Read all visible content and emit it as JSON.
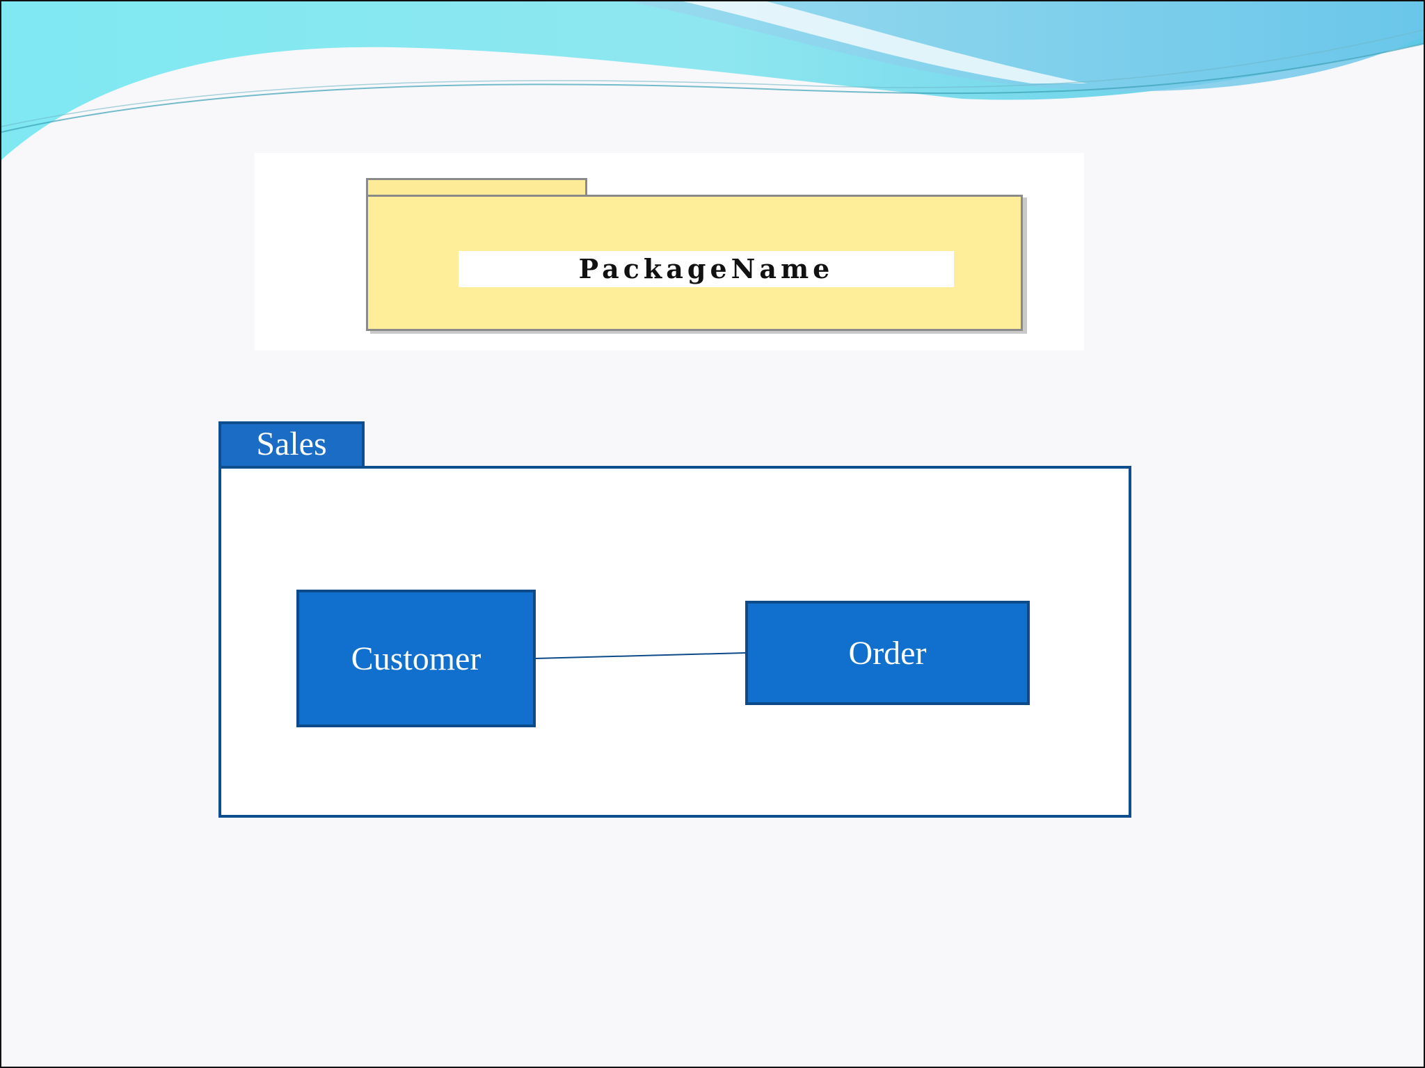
{
  "package_notation": {
    "label": "PackageName",
    "fill_color": "#ffee99",
    "border_color": "#8a8a8a"
  },
  "sales_package": {
    "name": "Sales",
    "color": "#1a6cc4",
    "classes": [
      {
        "id": "customer",
        "label": "Customer"
      },
      {
        "id": "order",
        "label": "Order"
      }
    ],
    "associations": [
      {
        "from": "Customer",
        "to": "Order"
      }
    ]
  },
  "theme": {
    "background": "#f8f8fa",
    "wave_colors": [
      "#7fe8f2",
      "#5cc6e6",
      "#8fd0ea"
    ]
  }
}
